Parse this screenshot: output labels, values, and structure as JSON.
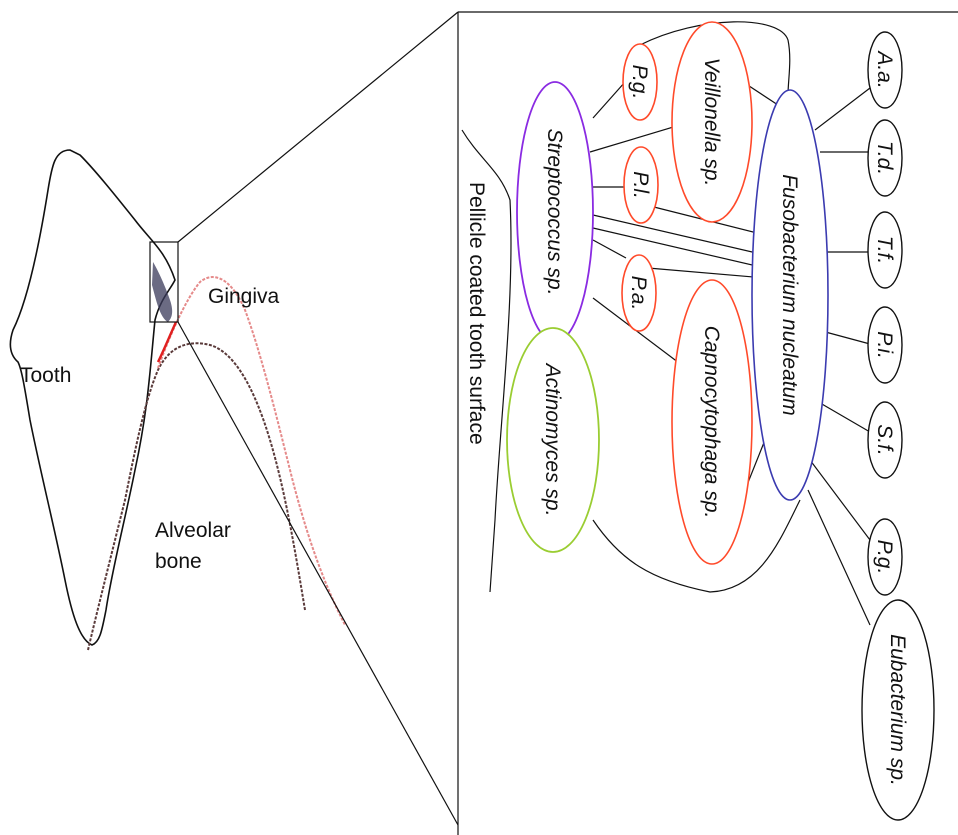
{
  "left_panel": {
    "tooth_label": "Tooth",
    "gingiva_label": "Gingiva",
    "bone_label_line1": "Alveolar",
    "bone_label_line2": "bone"
  },
  "right_panel": {
    "surface_label": "Pellicle coated tooth surface",
    "species": {
      "streptococcus": "Streptococcus sp.",
      "actinomyces": "Actinomyces sp.",
      "veillonella": "Veillonella sp.",
      "capnocytophaga": "Capnocytophaga sp.",
      "pg_small": "P.g.",
      "pl": "P.l.",
      "pa": "P.a.",
      "fusobacterium": "Fusobacterium nucleatum",
      "aa": "A.a.",
      "td": "T.d.",
      "tf": "T.f.",
      "pi": "P.i.",
      "sf": "S.f.",
      "pg": "P.g.",
      "eubacterium": "Eubacterium sp."
    },
    "colors": {
      "streptococcus": "#8a2be2",
      "actinomyces": "#9acd32",
      "orange_group": "#ff4a2a",
      "fusobacterium": "#3b3bb0",
      "late_group": "#111111",
      "gingiva": "#e03030"
    }
  }
}
